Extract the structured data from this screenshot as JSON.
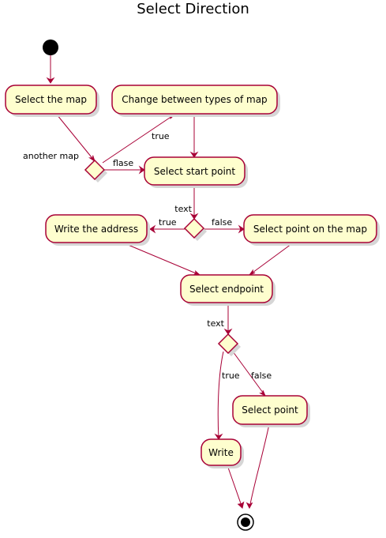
{
  "title": "Select Direction",
  "activities": {
    "select_map": "Select the map",
    "change_map": "Change between types of map",
    "select_start": "Select start point",
    "write_address": "Write the address",
    "select_point_map": "Select point on the map",
    "select_endpoint": "Select endpoint",
    "select_point": "Select point",
    "write": "Write"
  },
  "decisions": {
    "map_choice_label": "another map",
    "start_choice_label": "text",
    "end_choice_label": "text"
  },
  "edges": {
    "map_true": "true",
    "map_false": "flase",
    "start_true": "true",
    "start_false": "false",
    "end_true": "true",
    "end_false": "false"
  },
  "colors": {
    "node_fill": "#FEFECE",
    "node_border": "#A80036",
    "edge": "#A80036",
    "start": "#000000"
  }
}
